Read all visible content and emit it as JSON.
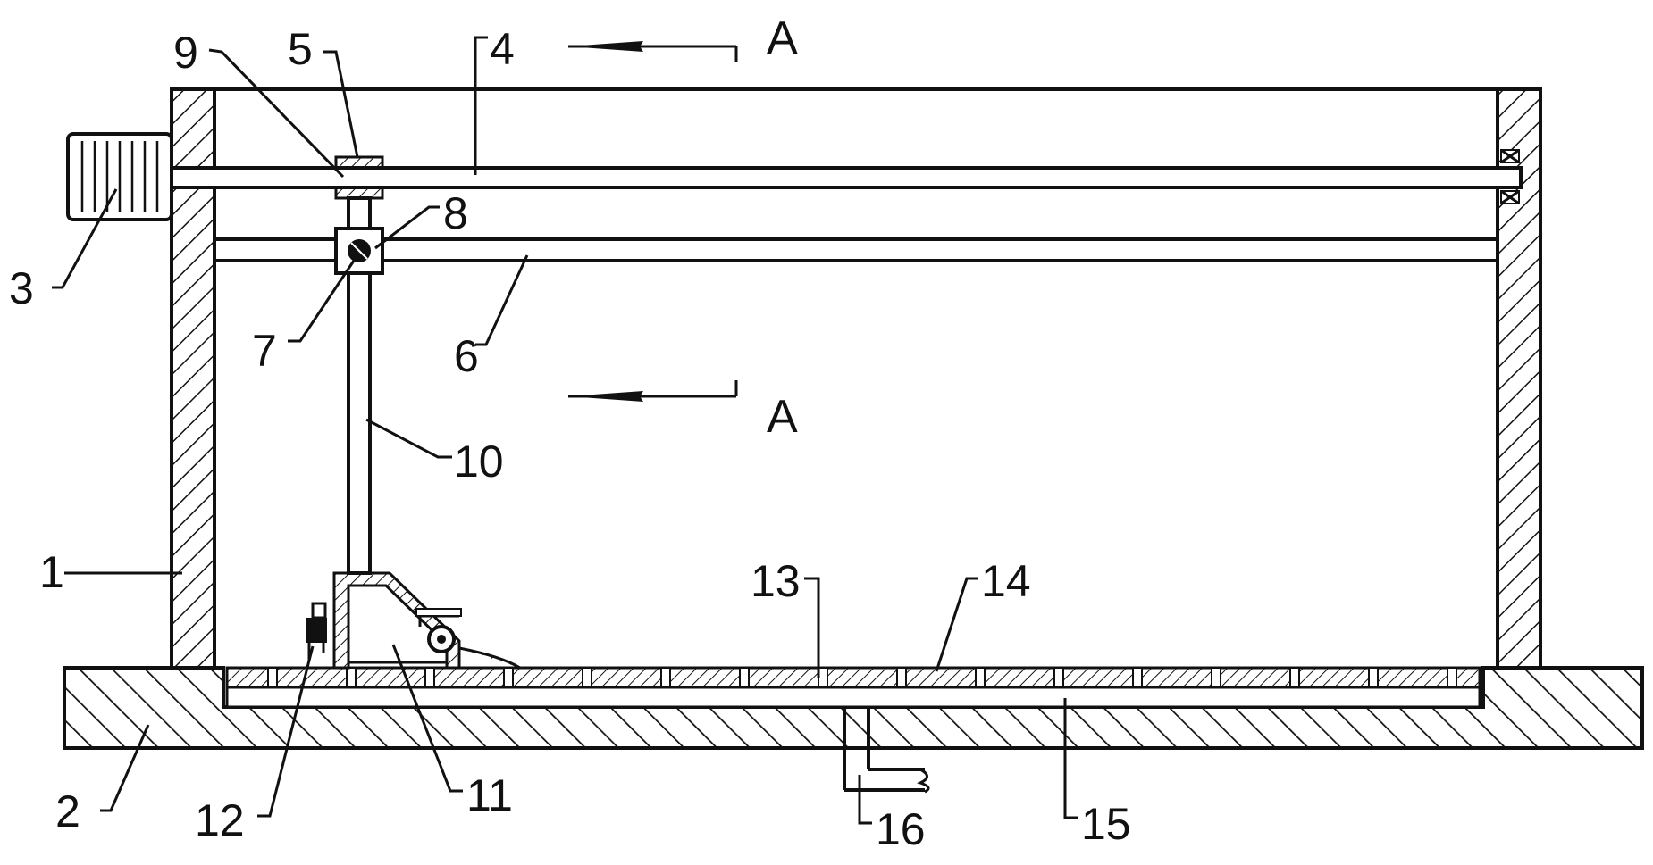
{
  "section_marks": {
    "top": "A",
    "bottom": "A"
  },
  "parts": [
    {
      "id": "frame_wall",
      "label": "1"
    },
    {
      "id": "base",
      "label": "2"
    },
    {
      "id": "motor",
      "label": "3"
    },
    {
      "id": "lead_screw",
      "label": "4"
    },
    {
      "id": "nut",
      "label": "5"
    },
    {
      "id": "guide_rod",
      "label": "6"
    },
    {
      "id": "slider",
      "label": "7"
    },
    {
      "id": "bolt",
      "label": "8"
    },
    {
      "id": "connector",
      "label": "9"
    },
    {
      "id": "vertical_rod",
      "label": "10"
    },
    {
      "id": "scraper",
      "label": "11"
    },
    {
      "id": "sprayer",
      "label": "12"
    },
    {
      "id": "perforated_plate",
      "label": "13"
    },
    {
      "id": "hole",
      "label": "14"
    },
    {
      "id": "collection_chamber",
      "label": "15"
    },
    {
      "id": "drain_pipe",
      "label": "16"
    }
  ],
  "colors": {
    "line": "#111111",
    "hatch": "#111111",
    "background": "#ffffff"
  }
}
